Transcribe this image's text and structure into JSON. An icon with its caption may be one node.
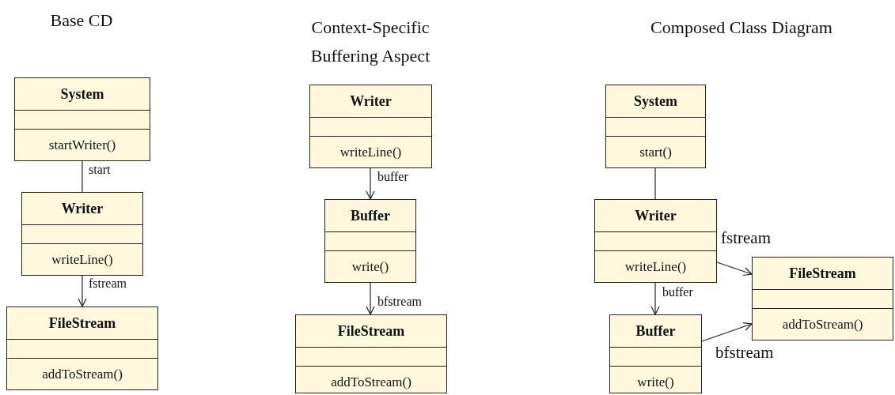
{
  "diagram": {
    "nodes": [
      {
        "text": [
          "System",
          "startWriter()"
        ]
      },
      {
        "text": [
          "Writer",
          "writeLine()"
        ]
      },
      {
        "text": [
          "FileStream",
          "addToStream()"
        ]
      },
      {
        "text": [
          "Writer",
          "writeLine()"
        ]
      },
      {
        "text": [
          "Buffer",
          "write()"
        ]
      },
      {
        "text": [
          "FileStream",
          "addToStream()"
        ]
      },
      {
        "text": [
          "System",
          "start()"
        ]
      },
      {
        "text": [
          "Writer",
          "writeLine()"
        ]
      },
      {
        "text": [
          "FileStream",
          "addToStream()"
        ]
      },
      {
        "text": [
          "Buffer",
          "write()"
        ]
      }
    ],
    "edges": [
      {
        "from": 0,
        "to": 1,
        "arrow": "none",
        "label": "start"
      },
      {
        "from": 1,
        "to": 2,
        "arrow": "to",
        "label": "fstream"
      },
      {
        "from": 3,
        "to": 4,
        "arrow": "to",
        "label": "buffer"
      },
      {
        "from": 4,
        "to": 5,
        "arrow": "to",
        "label": "bfstream"
      },
      {
        "from": 6,
        "to": 7,
        "arrow": "none"
      },
      {
        "from": 7,
        "to": 8,
        "arrow": "to",
        "label": "fstream"
      },
      {
        "from": 7,
        "to": 9,
        "arrow": "to",
        "label": "buffer"
      },
      {
        "from": 9,
        "to": 8,
        "arrow": "to",
        "label": "bfstream"
      }
    ],
    "labels": [
      "Base CD",
      "Context-Specific Buffering Aspect",
      "Composed Class Diagram"
    ]
  }
}
